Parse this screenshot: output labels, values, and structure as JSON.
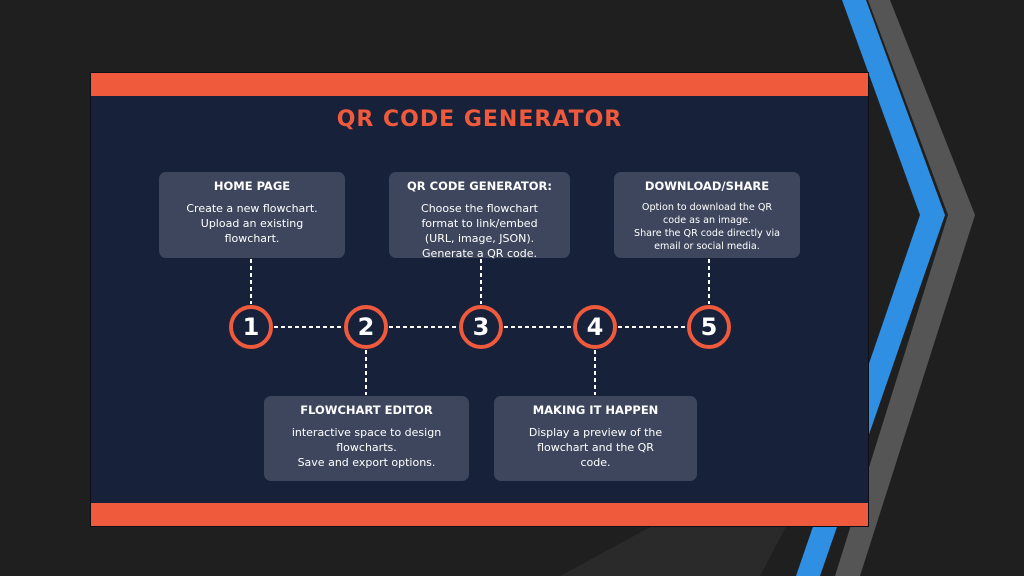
{
  "title": "QR CODE GENERATOR",
  "colors": {
    "accent": "#f05a3c",
    "slide_bg": "#18213a",
    "card_bg": "#3d465d",
    "deco_blue": "#2e8fe3",
    "deco_grey": "#5a5a5a"
  },
  "steps": [
    {
      "number": "1",
      "heading": "HOME PAGE",
      "lines": [
        "Create a new flowchart.",
        "Upload an existing",
        "flowchart."
      ]
    },
    {
      "number": "2",
      "heading": "FLOWCHART EDITOR",
      "lines": [
        "interactive space to design",
        "flowcharts.",
        "Save and export options."
      ]
    },
    {
      "number": "3",
      "heading": "QR CODE GENERATOR:",
      "lines": [
        "Choose the flowchart",
        "format to link/embed",
        "(URL, image, JSON).",
        "Generate a QR code."
      ]
    },
    {
      "number": "4",
      "heading": "MAKING IT HAPPEN",
      "lines": [
        "Display a preview of the",
        "flowchart and the QR",
        "code."
      ]
    },
    {
      "number": "5",
      "heading": "DOWNLOAD/SHARE",
      "lines": [
        "Option to download the QR",
        "code as an image.",
        "Share the QR code directly via",
        "email or social media."
      ]
    }
  ]
}
